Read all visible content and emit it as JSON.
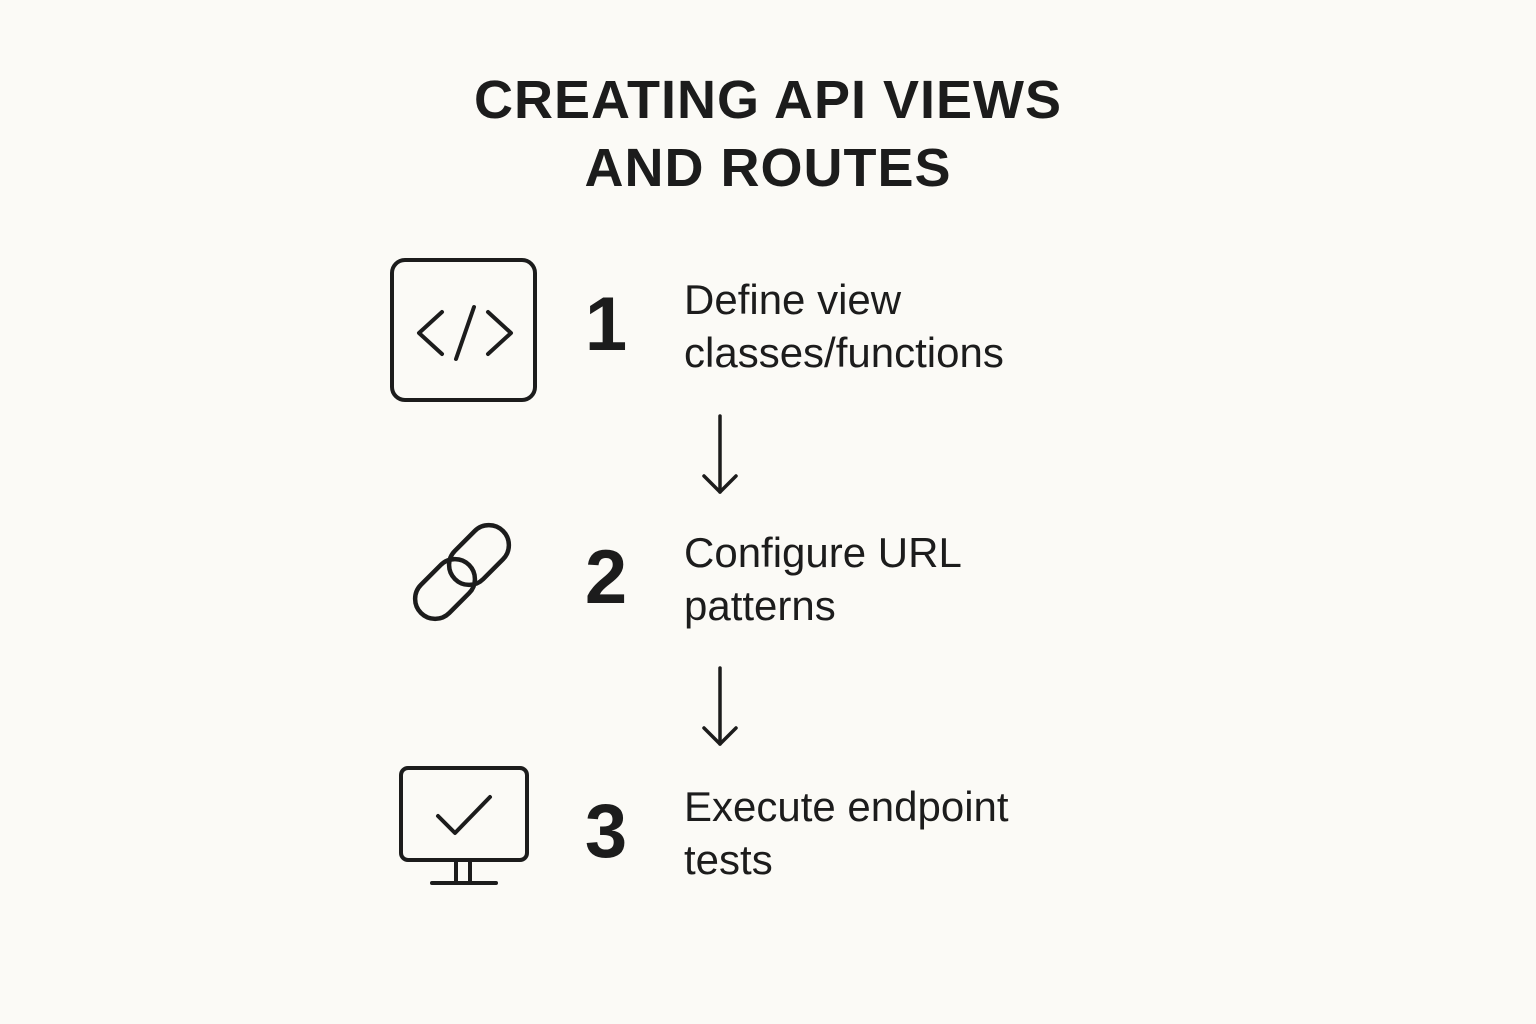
{
  "title": {
    "line1": "CREATING API VIEWS",
    "line2": "AND ROUTES"
  },
  "steps": [
    {
      "number": "1",
      "text_line1": "Define view",
      "text_line2": "classes/functions",
      "icon": "code-icon"
    },
    {
      "number": "2",
      "text_line1": "Configure URL",
      "text_line2": "patterns",
      "icon": "link-icon"
    },
    {
      "number": "3",
      "text_line1": "Execute endpoint",
      "text_line2": "tests",
      "icon": "monitor-check-icon"
    }
  ],
  "colors": {
    "background": "#fbfaf6",
    "ink": "#1c1c1c"
  }
}
